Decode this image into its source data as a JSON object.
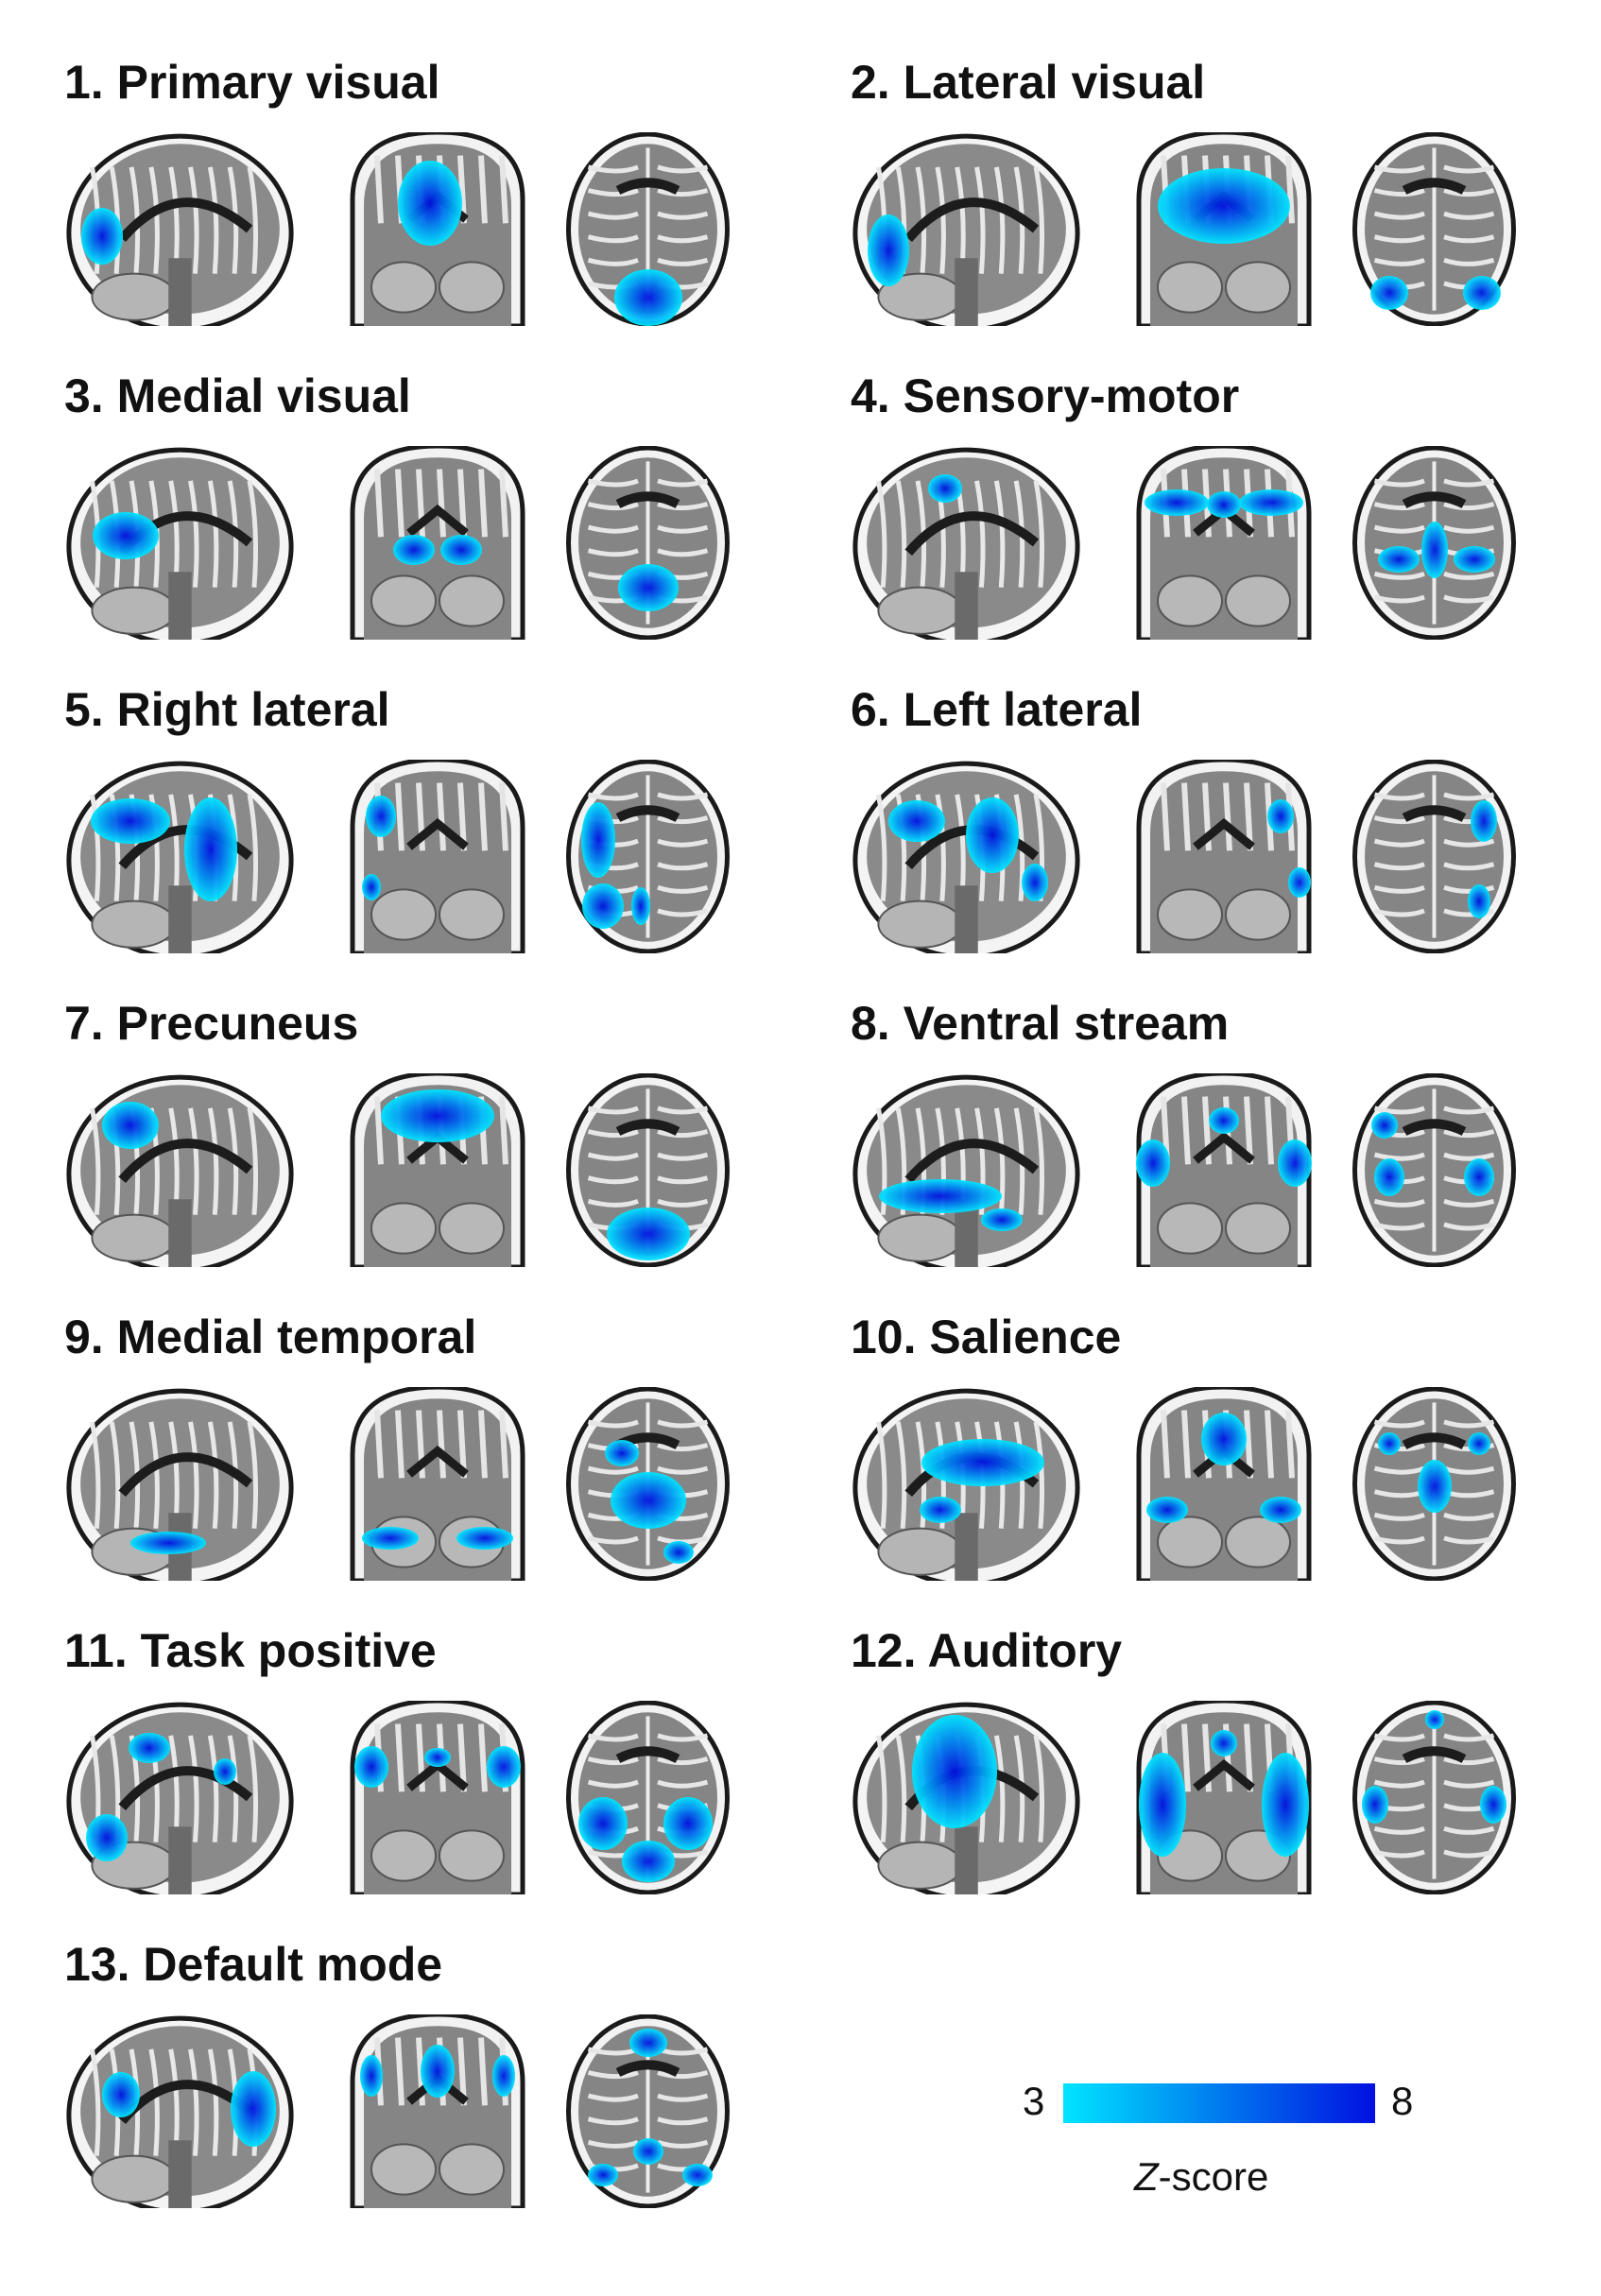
{
  "colors": {
    "z_low": "#00e5ff",
    "z_high": "#0010e0",
    "background": "#ffffff",
    "title_text": "#111111"
  },
  "networks": [
    {
      "title": "1. Primary visual"
    },
    {
      "title": "2. Lateral visual"
    },
    {
      "title": "3. Medial visual"
    },
    {
      "title": "4. Sensory-motor"
    },
    {
      "title": "5. Right lateral"
    },
    {
      "title": "6. Left lateral"
    },
    {
      "title": "7. Precuneus"
    },
    {
      "title": "8. Ventral stream"
    },
    {
      "title": "9. Medial temporal"
    },
    {
      "title": "10. Salience"
    },
    {
      "title": "11. Task positive"
    },
    {
      "title": "12. Auditory"
    },
    {
      "title": "13. Default mode"
    }
  ],
  "views": [
    "sagittal-view",
    "coronal-view",
    "axial-view"
  ],
  "colorbar": {
    "min_label": "3",
    "max_label": "8",
    "label_italic": "Z",
    "label_rest": "-score"
  }
}
